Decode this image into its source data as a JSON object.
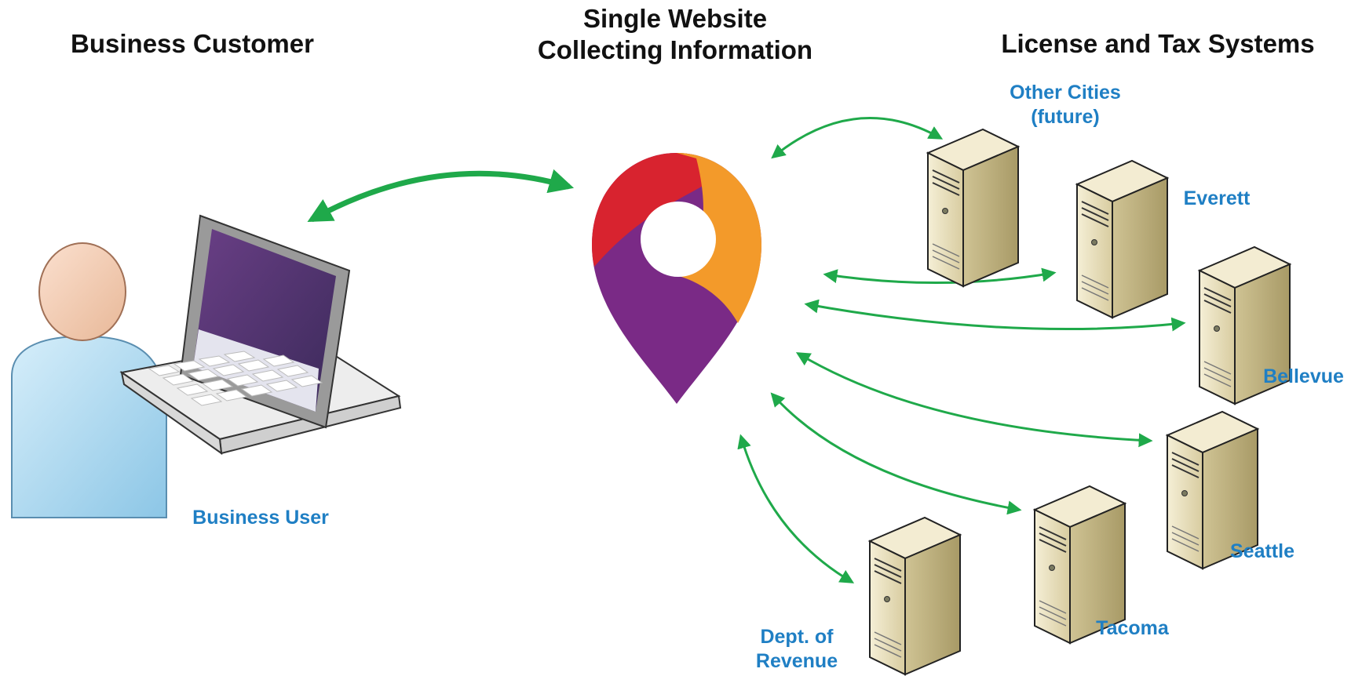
{
  "headings": {
    "left": "Business Customer",
    "center_line1": "Single Website",
    "center_line2": "Collecting Information",
    "right": "License and Tax Systems"
  },
  "user_label": "Business User",
  "servers": [
    {
      "label_line1": "Other Cities",
      "label_line2": "(future)"
    },
    {
      "label_line1": "Everett"
    },
    {
      "label_line1": "Bellevue"
    },
    {
      "label_line1": "Seattle"
    },
    {
      "label_line1": "Tacoma"
    },
    {
      "label_line1": "Dept. of",
      "label_line2": "Revenue"
    }
  ],
  "colors": {
    "arrow": "#1fa94a",
    "label": "#1f7fc4",
    "logo_red": "#d8232f",
    "logo_orange": "#f39a2a",
    "logo_purple": "#7a2a86",
    "server_body": "#ece4c4"
  }
}
